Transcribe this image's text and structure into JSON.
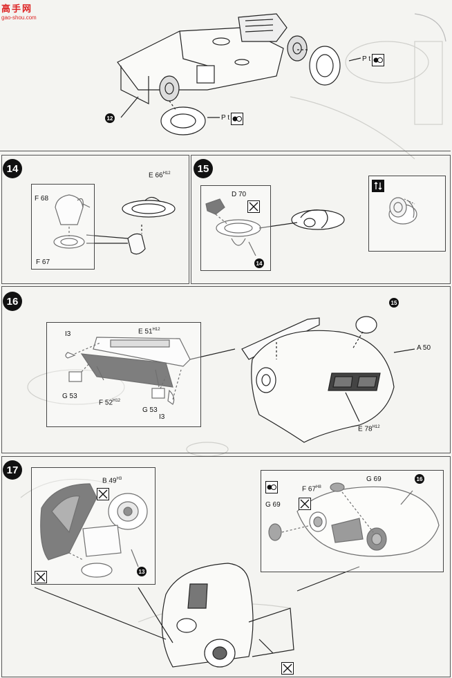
{
  "watermark": {
    "logo_text": "高手网",
    "url": "gao-shou.com"
  },
  "step13": {
    "callout_12": "12",
    "paint_label_front": "P t",
    "paint_label_rear": "P t"
  },
  "step14": {
    "step_number": "14",
    "part_e66": "E 66",
    "part_e66_sup": "H12",
    "part_f68": "F 68",
    "part_f67": "F 67"
  },
  "step15": {
    "step_number": "15",
    "part_d70": "D 70",
    "callout_14": "14",
    "info_icon": "swap-icon"
  },
  "step16": {
    "step_number": "16",
    "callout_15": "15",
    "part_i3_top": "I3",
    "part_e51": "E 51",
    "part_e51_sup": "H12",
    "part_a50": "A 50",
    "part_g53_left": "G 53",
    "part_f52": "F 52",
    "part_f52_sup": "H12",
    "part_g53_right": "G 53",
    "part_i3_bottom": "I3",
    "part_e78": "E 78",
    "part_e78_sup": "H12"
  },
  "step17": {
    "step_number": "17",
    "part_b49": "B 49",
    "part_b49_sup": "H3",
    "callout_13": "13",
    "part_g69_top": "G 69",
    "callout_16": "16",
    "part_f67": "F 67",
    "part_f67_sup": "H8",
    "part_g69_left": "G 69"
  },
  "colors": {
    "line": "#222222",
    "background": "#f4f4f1",
    "ghost": "#c8c8c4",
    "badge": "#111111",
    "dark_part": "#3a3a3a"
  }
}
